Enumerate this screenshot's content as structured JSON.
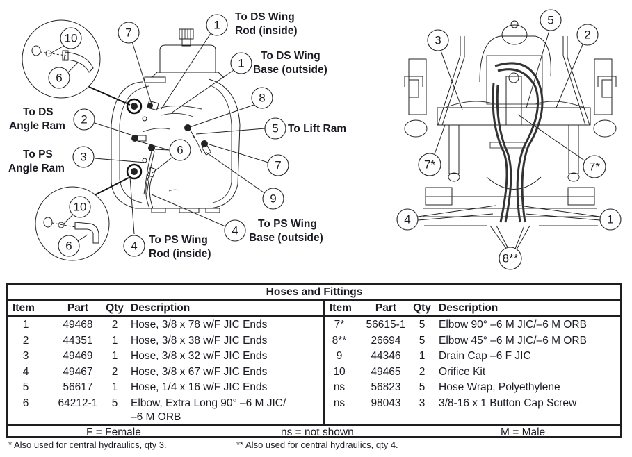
{
  "diagram_left": {
    "labels": {
      "ds_wing_rod": [
        "To DS Wing",
        "Rod (inside)"
      ],
      "ds_wing_base": [
        "To DS Wing",
        "Base (outside)"
      ],
      "ds_angle_ram": [
        "To DS",
        "Angle Ram"
      ],
      "lift_ram": "To Lift Ram",
      "ps_angle_ram": [
        "To PS",
        "Angle Ram"
      ],
      "ps_wing_base": [
        "To PS Wing",
        "Base (outside)"
      ],
      "ps_wing_rod": [
        "To PS Wing",
        "Rod (inside)"
      ]
    },
    "callouts": {
      "c1a": "1",
      "c1b": "1",
      "c7a": "7",
      "c8": "8",
      "c5": "5",
      "c2": "2",
      "c6a": "6",
      "c3": "3",
      "c7b": "7",
      "c9": "9",
      "c4a": "4",
      "c4b": "4",
      "inset_top_10": "10",
      "inset_top_6": "6",
      "inset_bot_10": "10",
      "inset_bot_6": "6"
    }
  },
  "diagram_right": {
    "callouts": {
      "c3": "3",
      "c5": "5",
      "c2": "2",
      "c7l": "7*",
      "c7r": "7*",
      "c4": "4",
      "c1": "1",
      "c8": "8**"
    }
  },
  "table": {
    "title": "Hoses and Fittings",
    "headers": {
      "item": "Item",
      "part": "Part",
      "qty": "Qty",
      "description": "Description"
    },
    "left_rows": [
      {
        "item": "1",
        "part": "49468",
        "qty": "2",
        "description": "Hose, 3/8 x 78 w/F JIC Ends"
      },
      {
        "item": "2",
        "part": "44351",
        "qty": "1",
        "description": "Hose, 3/8 x 38 w/F JIC Ends"
      },
      {
        "item": "3",
        "part": "49469",
        "qty": "1",
        "description": "Hose, 3/8 x 32 w/F JIC Ends"
      },
      {
        "item": "4",
        "part": "49467",
        "qty": "2",
        "description": "Hose, 3/8 x 67 w/F JIC Ends"
      },
      {
        "item": "5",
        "part": "56617",
        "qty": "1",
        "description": "Hose, 1/4 x 16 w/F JIC Ends"
      },
      {
        "item": "6",
        "part": "64212-1",
        "qty": "5",
        "description": "Elbow, Extra Long 90° –6 M JIC/",
        "description_2": "–6 M ORB"
      }
    ],
    "right_rows": [
      {
        "item": "7*",
        "part": "56615-1",
        "qty": "5",
        "description": "Elbow 90° –6 M JIC/–6 M ORB"
      },
      {
        "item": "8**",
        "part": "26694",
        "qty": "5",
        "description": "Elbow 45° –6 M JIC/–6 M ORB"
      },
      {
        "item": "9",
        "part": "44346",
        "qty": "1",
        "description": "Drain Cap –6 F JIC"
      },
      {
        "item": "10",
        "part": "49465",
        "qty": "2",
        "description": "Orifice Kit"
      },
      {
        "item": "ns",
        "part": "56823",
        "qty": "5",
        "description": "Hose Wrap, Polyethylene"
      },
      {
        "item": "ns",
        "part": "98043",
        "qty": "3",
        "description": "3/8-16 x 1 Button Cap Screw"
      }
    ],
    "legend": {
      "female": "F = Female",
      "not_shown": "ns = not shown",
      "male": "M = Male"
    }
  },
  "footnotes": {
    "single": "*  Also used for central hydraulics, qty 3.",
    "double": "**  Also used for central hydraulics, qty 4."
  }
}
